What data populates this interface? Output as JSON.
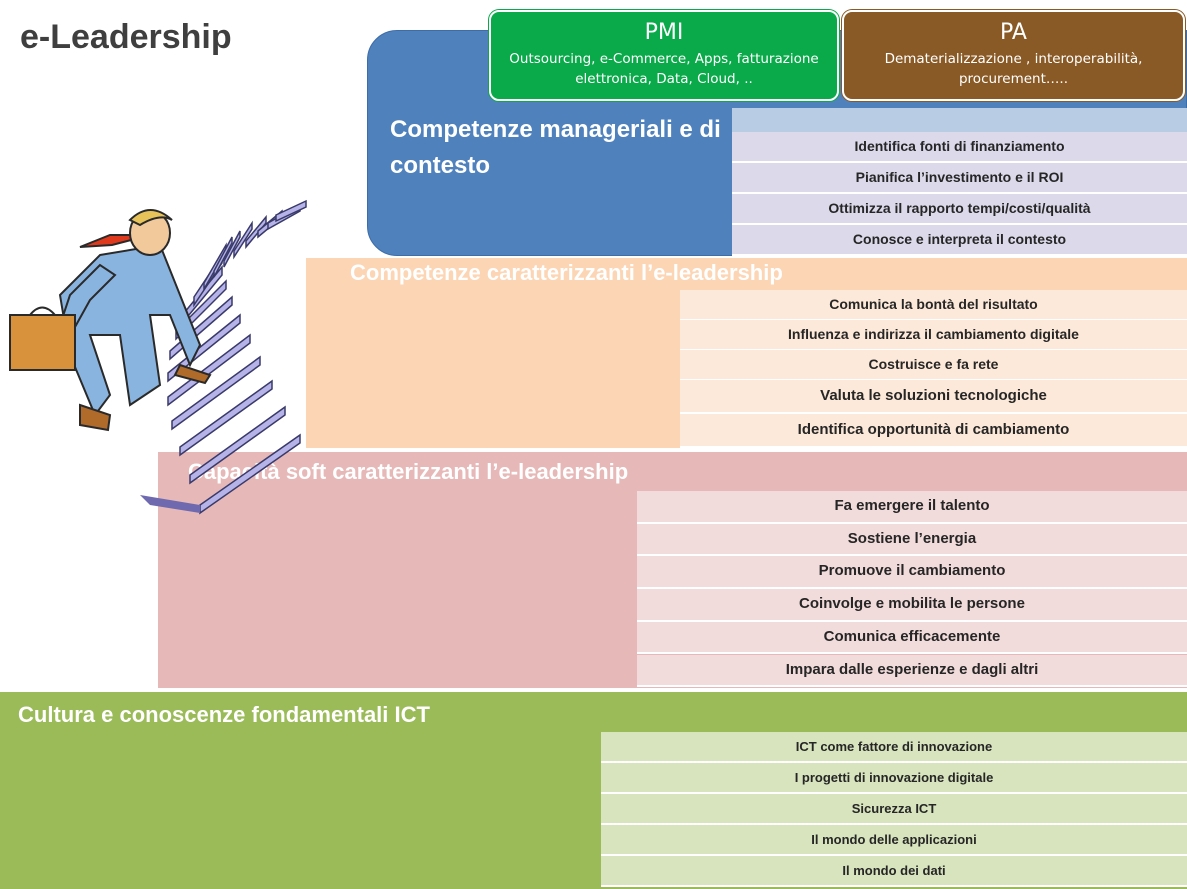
{
  "title": "e-Leadership",
  "pmi": {
    "heading": "PMI",
    "text": "Outsourcing, e-Commerce, Apps, fatturazione elettronica, Data, Cloud, .."
  },
  "pa": {
    "heading": "PA",
    "text": "Dematerializzazione , interoperabilità, procurement….."
  },
  "managerial": {
    "title": "Competenze manageriali e di contesto",
    "items": [
      "Identifica fonti di finanziamento",
      "Pianifica  l’investimento e il ROI",
      "Ottimizza  il rapporto tempi/costi/qualità",
      "Conosce e interpreta il contesto"
    ]
  },
  "characterizing": {
    "title": "Competenze caratterizzanti l’e-leadership",
    "items": [
      "Comunica la bontà del risultato",
      "Influenza e indirizza il cambiamento digitale",
      "Costruisce e fa rete",
      "Valuta le soluzioni tecnologiche",
      "Identifica opportunità di cambiamento"
    ]
  },
  "soft": {
    "title": "Capacità soft caratterizzanti l’e-leadership",
    "items": [
      "Fa emergere il talento",
      "Sostiene l’energia",
      "Promuove il cambiamento",
      "Coinvolge e mobilita le persone",
      "Comunica efficacemente",
      "Impara dalle esperienze e dagli altri"
    ]
  },
  "ict": {
    "title": "Cultura e conoscenze fondamentali ICT",
    "items": [
      "ICT come fattore di innovazione",
      "I progetti di innovazione digitale",
      "Sicurezza ICT",
      "Il mondo delle applicazioni",
      "Il mondo dei dati"
    ]
  },
  "colors": {
    "pmi": "#0aaa4a",
    "pa": "#8a5a26",
    "managerial": "#4f81bd",
    "characterizing": "#fcd5b4",
    "soft": "#e6b9b8",
    "ict": "#9bbb59"
  },
  "illustration": "businessman-climbing-stairs-icon"
}
